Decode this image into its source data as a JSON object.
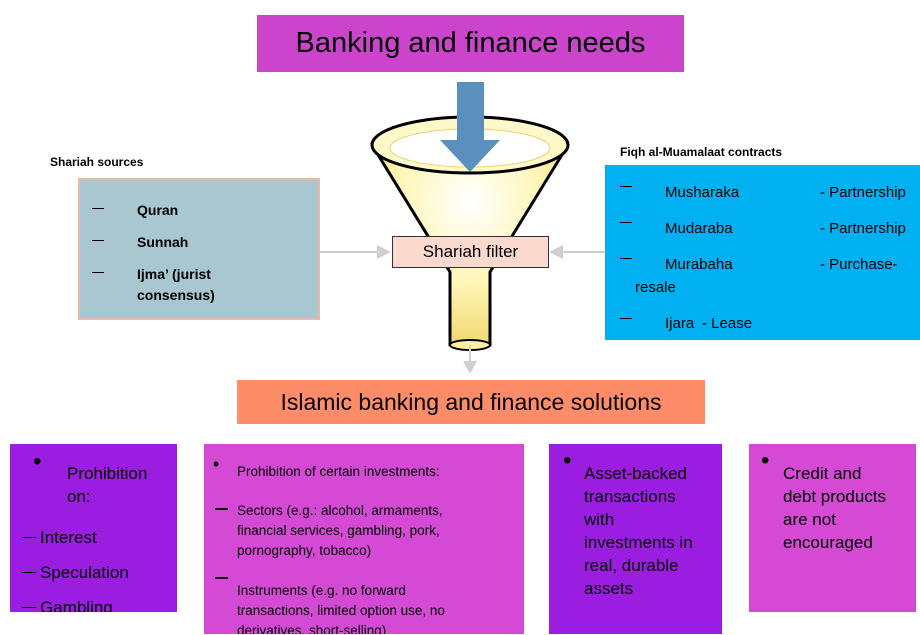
{
  "title": "Banking and finance needs",
  "sources": {
    "heading": "Shariah sources",
    "items": [
      "Quran",
      "Sunnah",
      "Ijma’ (jurist consensus)"
    ]
  },
  "contracts": {
    "heading": "Fiqh al-Muamalaat contracts",
    "items": [
      {
        "name": "Musharaka",
        "meaning": "- Partnership"
      },
      {
        "name": "Mudaraba",
        "meaning": "- Partnership"
      },
      {
        "name": "Murabaha",
        "meaning": "- Purchase-",
        "wrap": "resale"
      },
      {
        "name": "Ijara",
        "meaning": "- Lease"
      }
    ]
  },
  "filter_label": "Shariah filter",
  "solutions_label": "Islamic banking and finance solutions",
  "panels": {
    "prohibition": {
      "lines": [
        "Prohibition",
        "on:"
      ],
      "items": [
        "Interest",
        "Speculation",
        "Gambling"
      ]
    },
    "investments": {
      "heading": "Prohibition of certain investments:",
      "sectors": [
        "Sectors (e.g.: alcohol, armaments,",
        "financial services, gambling, pork,",
        "pornography, tobacco)"
      ],
      "instruments": [
        "Instruments (e.g. no forward",
        "transactions, limited option use, no",
        "derivatives, short-selling)"
      ]
    },
    "asset": {
      "lines": [
        "Asset-backed",
        "transactions",
        "with",
        "investments in",
        "real, durable",
        "assets"
      ]
    },
    "credit": {
      "lines": [
        "Credit and",
        "debt products",
        "are not",
        "encouraged"
      ]
    }
  },
  "colors": {
    "title_bg": "#cc44cc",
    "sources_bg": "#a9c7d0",
    "contracts_bg": "#00b0f0",
    "filter_bg": "#fbd9cf",
    "solutions_bg": "#ff8c69",
    "panel_purple": "#9b1de0",
    "panel_magenta": "#d44ad4",
    "funnel_fill": "#fff6b8",
    "arrow": "#5b8fbd"
  }
}
